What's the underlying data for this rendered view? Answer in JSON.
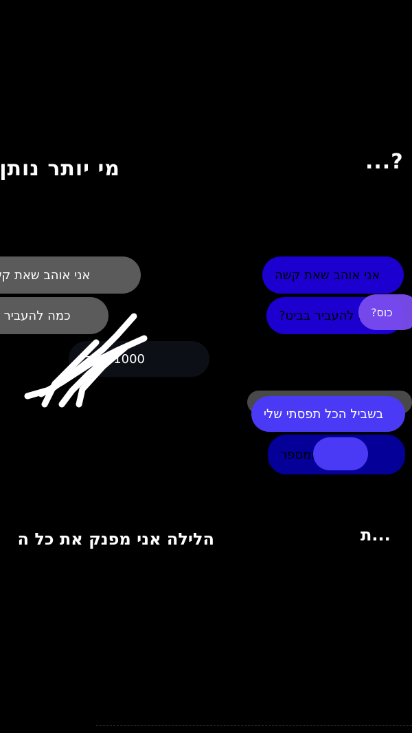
{
  "screen": {
    "background": "#000000",
    "state": "transition-glitch-frame"
  },
  "headings": {
    "left_title": "מי יותר נותן?",
    "right_title": "?..."
  },
  "chat_left": {
    "bubbles": [
      {
        "text": "אני אוהב שאת קשה",
        "style": "gray"
      },
      {
        "text": "כמה להעביר ב..",
        "style": "gray"
      },
      {
        "text": "1000 שקל.",
        "style": "dark"
      }
    ]
  },
  "chat_right": {
    "bubbles": [
      {
        "text": "אני אוהב שאת קשה",
        "style": "blue"
      },
      {
        "text": "כמה להעביר בביט?",
        "style": "blue"
      },
      {
        "text": "בשביל הכל תפסתי שלי",
        "style": "violet"
      },
      {
        "text": "מה המספר",
        "style": "blue"
      }
    ],
    "overlay_fragment": "כוס?",
    "overlay_fragment_2": "מה המספר"
  },
  "scribble": {
    "description": "white hand-drawn scribble mark",
    "color": "#ffffff"
  },
  "captions": {
    "left": "הלילה אני מפנק את כל ה",
    "right": "...ת"
  },
  "colors": {
    "gray_bubble": "#5b5b5b",
    "blue_bubble": "#1b00cf",
    "violet_bubble": "#4a3af5",
    "text_white": "#ffffff"
  }
}
